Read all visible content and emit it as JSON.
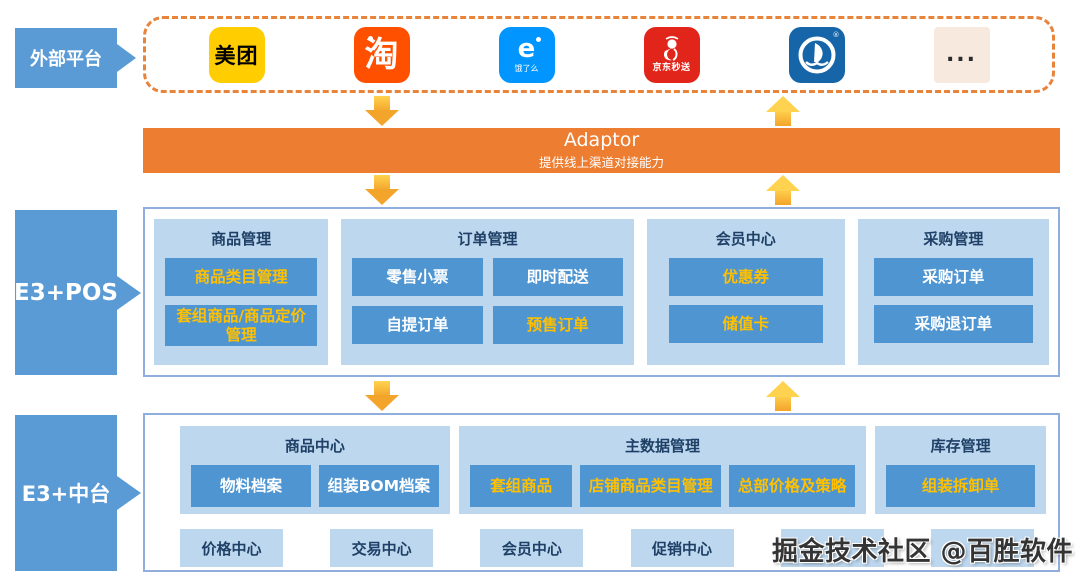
{
  "colors": {
    "steel_blue": "#5B9BD5",
    "panel_light_blue": "#BDD7EE",
    "button_blue": "#4E95D2",
    "navy_text": "#1F4066",
    "accent_yellow": "#FFC000",
    "adaptor_orange": "#ED7D31",
    "arrow_gold_light": "#FFD24F",
    "arrow_gold_dark": "#F3A42B",
    "dashed_border_orange": "#E8833A",
    "section_border_blue": "#8FAEDC"
  },
  "external": {
    "label": "外部平台",
    "platforms": [
      {
        "name": "meituan",
        "text": "美团",
        "bg": "#FFCD00",
        "fg": "#000000"
      },
      {
        "name": "taobao",
        "text": "淘",
        "bg": "#FF5000",
        "fg": "#ffffff"
      },
      {
        "name": "eleme",
        "text": "e",
        "sub": "饿了么",
        "bg": "#0095FF",
        "fg": "#ffffff"
      },
      {
        "name": "jd-miaosong",
        "sub": "京东秒送",
        "bg": "#E1251B",
        "fg": "#ffffff"
      },
      {
        "name": "blue-sail-brand",
        "reg": "®",
        "bg": "#1565A8",
        "fg": "#ffffff"
      },
      {
        "name": "more-platforms",
        "text": "...",
        "bg": "#F7E9DD",
        "fg": "#2b2b2b"
      }
    ]
  },
  "adaptor": {
    "title": "Adaptor",
    "subtitle": "提供线上渠道对接能力"
  },
  "pos": {
    "label": "E3+POS",
    "panels": [
      {
        "title": "商品管理",
        "buttons": [
          {
            "label": "商品类目管理",
            "accent": true
          },
          {
            "label": "套组商品/商品定价管理",
            "accent": true
          }
        ]
      },
      {
        "title": "订单管理",
        "buttons": [
          {
            "label": "零售小票",
            "accent": false
          },
          {
            "label": "即时配送",
            "accent": false
          },
          {
            "label": "自提订单",
            "accent": false
          },
          {
            "label": "预售订单",
            "accent": true
          }
        ]
      },
      {
        "title": "会员中心",
        "buttons": [
          {
            "label": "优惠券",
            "accent": true
          },
          {
            "label": "储值卡",
            "accent": true
          }
        ]
      },
      {
        "title": "采购管理",
        "buttons": [
          {
            "label": "采购订单",
            "accent": false
          },
          {
            "label": "采购退订单",
            "accent": false
          }
        ]
      }
    ]
  },
  "mid": {
    "label": "E3+中台",
    "panels": [
      {
        "title": "商品中心",
        "buttons": [
          {
            "label": "物料档案",
            "accent": false
          },
          {
            "label": "组装BOM档案",
            "accent": false
          }
        ]
      },
      {
        "title": "主数据管理",
        "buttons": [
          {
            "label": "套组商品",
            "accent": true
          },
          {
            "label": "店铺商品类目管理",
            "accent": true
          },
          {
            "label": "总部价格及策略",
            "accent": true
          }
        ]
      },
      {
        "title": "库存管理",
        "buttons": [
          {
            "label": "组装拆卸单",
            "accent": true
          }
        ]
      }
    ],
    "centers": [
      {
        "label": "价格中心"
      },
      {
        "label": "交易中心"
      },
      {
        "label": "会员中心"
      },
      {
        "label": "促销中心"
      },
      {
        "label": ""
      },
      {
        "label": ""
      }
    ]
  },
  "watermark": "掘金技术社区 @百胜软件"
}
